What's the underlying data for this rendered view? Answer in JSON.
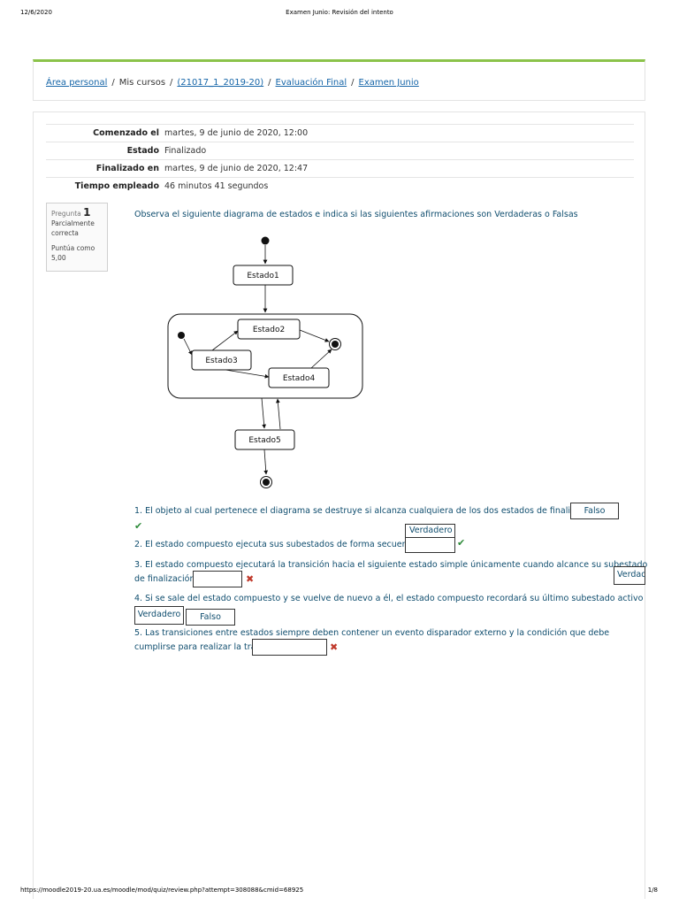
{
  "print": {
    "date": "12/6/2020",
    "title": "Examen Junio: Revisión del intento",
    "url": "https://moodle2019-20.ua.es/moodle/mod/quiz/review.php?attempt=308088&cmid=68925",
    "page": "1/8"
  },
  "breadcrumb": {
    "items": [
      "Área personal",
      "Mis cursos",
      "(21017_1_2019-20)",
      "Evaluación Final",
      "Examen Junio"
    ],
    "separator": "/"
  },
  "summary": {
    "rows": [
      {
        "label": "Comenzado el",
        "value": "martes, 9 de junio de 2020, 12:00"
      },
      {
        "label": "Estado",
        "value": "Finalizado"
      },
      {
        "label": "Finalizado en",
        "value": "martes, 9 de junio de 2020, 12:47"
      },
      {
        "label": "Tiempo empleado",
        "value": "46 minutos 41 segundos"
      }
    ]
  },
  "question": {
    "label": "Pregunta",
    "number": "1",
    "state": "Parcialmente correcta",
    "grade": "Puntúa como 5,00",
    "text": "Observa el siguiente diagrama de estados e indica si las siguientes afirmaciones son Verdaderas o Falsas",
    "diagram": {
      "states": [
        "Estado1",
        "Estado2",
        "Estado3",
        "Estado4",
        "Estado5"
      ]
    },
    "statements": [
      {
        "text": "1. El objeto al cual pertenece el diagrama se destruye si alcanza cualquiera de los dos estados de finalización",
        "answer": "Falso",
        "result": "correct"
      },
      {
        "text": "2. El estado compuesto ejecuta sus subestados de forma secuencial",
        "answer": "Verdadero",
        "result": "correct"
      },
      {
        "text_line1": "3. El estado compuesto ejecutará la transición hacia el siguiente estado simple únicamente cuando alcance su subestado",
        "text_line2": "de finalización",
        "answer": "Verdad",
        "result": "incorrect"
      },
      {
        "text": "4. Si se sale del estado compuesto y se vuelve de nuevo a él, el estado compuesto recordará su último subestado activo",
        "option_a": "Verdadero",
        "option_b": "Falso"
      },
      {
        "text_line1": "5. Las transiciones entre estados siempre deben contener un evento disparador externo y la condición que debe",
        "text_line2": "cumplirse para realizar la transición",
        "answer": "",
        "result": "incorrect"
      }
    ]
  },
  "colors": {
    "accent": "#8bc34a",
    "link": "#1565a8",
    "question_text": "#0f4d6e",
    "correct": "#2e8b3a",
    "incorrect": "#c0392b"
  },
  "icons": {
    "correct": "check-icon",
    "incorrect": "cross-icon"
  }
}
